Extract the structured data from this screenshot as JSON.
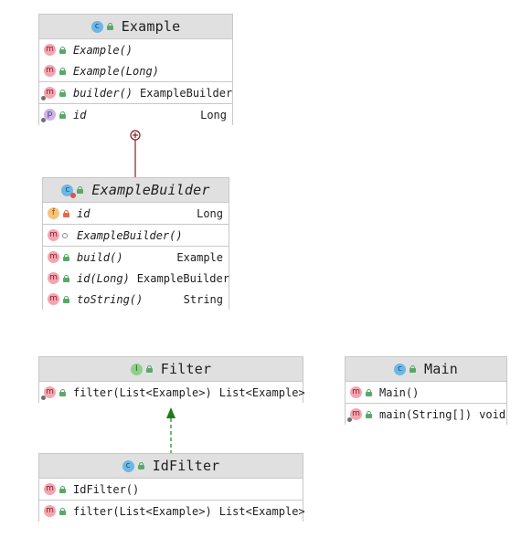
{
  "classes": {
    "example": {
      "title": "Example",
      "constructors": [
        {
          "name": "Example()",
          "type": ""
        },
        {
          "name": "Example(Long)",
          "type": ""
        }
      ],
      "methods": [
        {
          "name": "builder()",
          "type": "ExampleBuilder"
        }
      ],
      "properties": [
        {
          "name": "id",
          "type": "Long"
        }
      ]
    },
    "builder": {
      "title": "ExampleBuilder",
      "fields": [
        {
          "name": "id",
          "type": "Long"
        }
      ],
      "constructors": [
        {
          "name": "ExampleBuilder()",
          "type": ""
        }
      ],
      "methods": [
        {
          "name": "build()",
          "type": "Example"
        },
        {
          "name": "id(Long)",
          "type": "ExampleBuilder"
        },
        {
          "name": "toString()",
          "type": "String"
        }
      ]
    },
    "filter": {
      "title": "Filter",
      "methods": [
        {
          "name": "filter(List<Example>)",
          "type": "List<Example>"
        }
      ]
    },
    "main": {
      "title": "Main",
      "constructors": [
        {
          "name": "Main()",
          "type": ""
        }
      ],
      "methods": [
        {
          "name": "main(String[])",
          "type": "void"
        }
      ]
    },
    "idfilter": {
      "title": "IdFilter",
      "constructors": [
        {
          "name": "IdFilter()",
          "type": ""
        }
      ],
      "methods": [
        {
          "name": "filter(List<Example>)",
          "type": "List<Example>"
        }
      ]
    }
  },
  "icons": {
    "class": "class-icon",
    "interface": "interface-icon",
    "method": "method-icon",
    "property": "property-icon",
    "field": "field-icon",
    "public": "public-lock-icon",
    "private": "private-lock-icon",
    "package_private": "package-private-icon"
  },
  "colors": {
    "header_bg": "#e0e0e0",
    "border": "#c8c8c8",
    "inner_class_connector": "#8b1a1a",
    "realization_arrow": "#1a7f1a"
  }
}
